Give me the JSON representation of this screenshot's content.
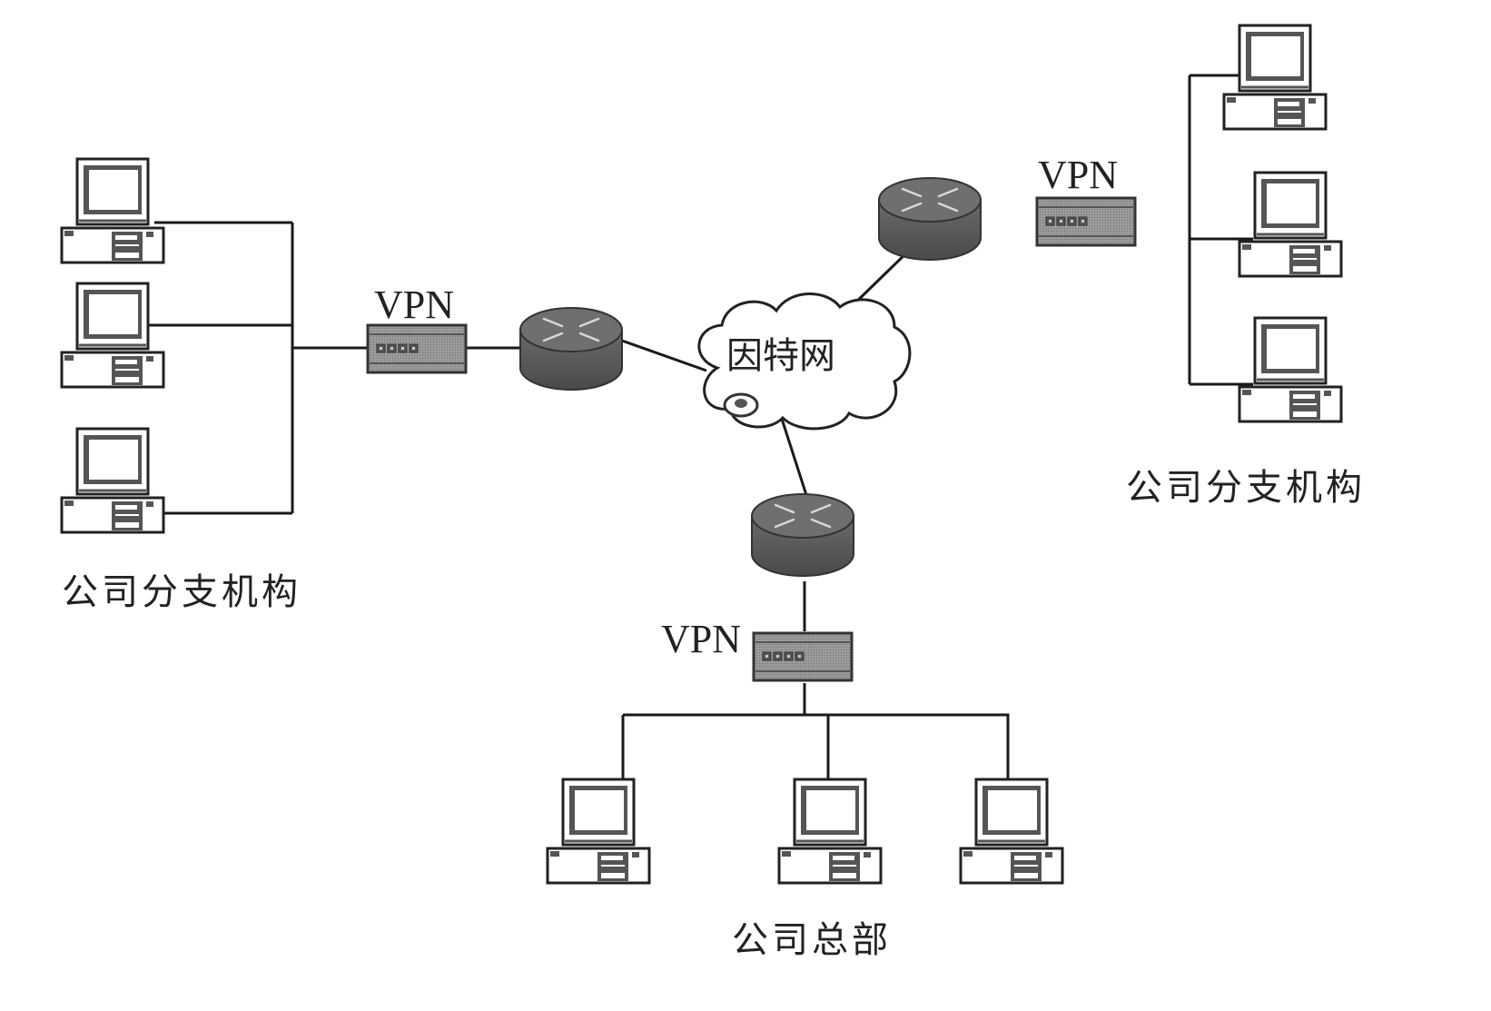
{
  "diagram": {
    "title": "VPN network topology",
    "internet": {
      "label": "因特网",
      "icon": "cloud-icon"
    },
    "sites": [
      {
        "id": "branch-left",
        "label": "公司分支机构",
        "vpn_label": "VPN",
        "computers": 3
      },
      {
        "id": "branch-right",
        "label": "公司分支机构",
        "vpn_label": "VPN",
        "computers": 3
      },
      {
        "id": "headquarters",
        "label": "公司总部",
        "vpn_label": "VPN",
        "computers": 3
      }
    ],
    "devices": {
      "router": "router-icon",
      "vpn": "vpn-gateway-icon",
      "computer": "desktop-computer-icon"
    },
    "connections": [
      [
        "branch-left.computers",
        "branch-left.vpn"
      ],
      [
        "branch-left.vpn",
        "branch-left.router"
      ],
      [
        "branch-left.router",
        "internet"
      ],
      [
        "branch-right.router",
        "internet"
      ],
      [
        "headquarters.router",
        "internet"
      ],
      [
        "headquarters.router",
        "headquarters.vpn"
      ],
      [
        "headquarters.vpn",
        "headquarters.computers"
      ],
      [
        "branch-right.computers",
        "branch-right.bus"
      ]
    ],
    "colors": {
      "line": "#1a1a1a",
      "device_dark": "#555555",
      "device_mid": "#8a8a8a",
      "background": "#ffffff"
    }
  }
}
